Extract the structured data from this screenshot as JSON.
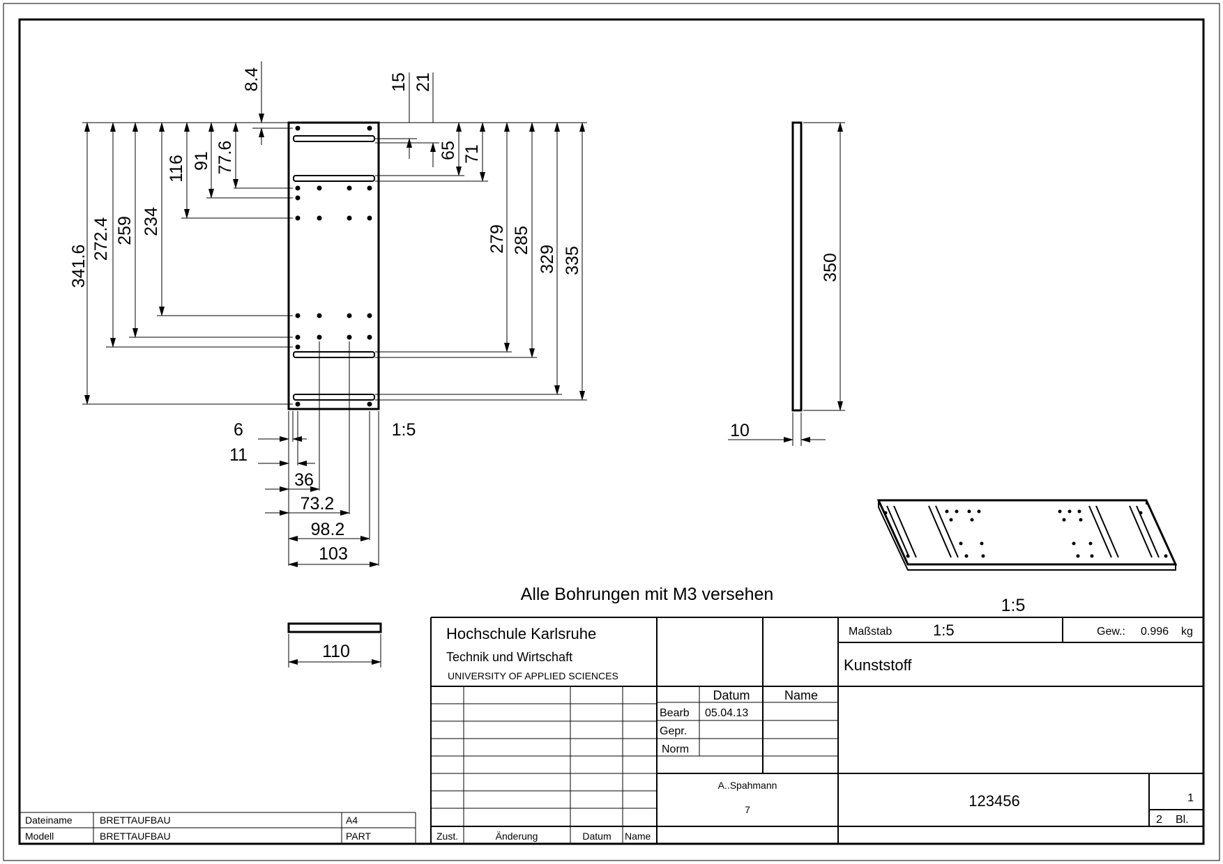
{
  "views": {
    "front": {
      "scale": "1:5",
      "left_dims": [
        "341.6",
        "272.4",
        "259",
        "234",
        "116",
        "91",
        "77.6",
        "8.4"
      ],
      "right_dims": [
        "15",
        "21",
        "65",
        "71",
        "279",
        "285",
        "329",
        "335"
      ],
      "bottom_dims": [
        "6",
        "11",
        "36",
        "73.2",
        "98.2",
        "103"
      ]
    },
    "side": {
      "height_dim": "350",
      "thickness_dim": "10"
    },
    "top": {
      "width_dim": "110"
    },
    "iso": {
      "scale": "1:5"
    }
  },
  "note": "Alle Bohrungen mit M3 versehen",
  "title_block": {
    "institution_line1": "Hochschule Karlsruhe",
    "institution_line2": "Technik und Wirtschaft",
    "institution_line3": "UNIVERSITY OF APPLIED SCIENCES",
    "scale_label": "Maßstab",
    "scale_value": "1:5",
    "weight_label": "Gew.:",
    "weight_value": "0.996",
    "weight_unit": "kg",
    "material": "Kunststoff",
    "col_datum": "Datum",
    "col_name": "Name",
    "row_bearb": "Bearb",
    "row_bearb_date": "05.04.13",
    "row_gepr": "Gepr.",
    "row_norm": "Norm",
    "author": "A..Spahmann",
    "author_sub": "7",
    "drawing_number": "123456",
    "sheet_number": "1",
    "sheet_total": "2",
    "sheet_label": "Bl.",
    "rev_zust": "Zust.",
    "rev_aenderung": "Änderung",
    "rev_datum": "Datum",
    "rev_name": "Name"
  },
  "file_info": {
    "dateiname_label": "Dateiname",
    "dateiname_value": "BRETTAUFBAU",
    "format": "A4",
    "modell_label": "Modell",
    "modell_value": "BRETTAUFBAU",
    "type": "PART"
  }
}
